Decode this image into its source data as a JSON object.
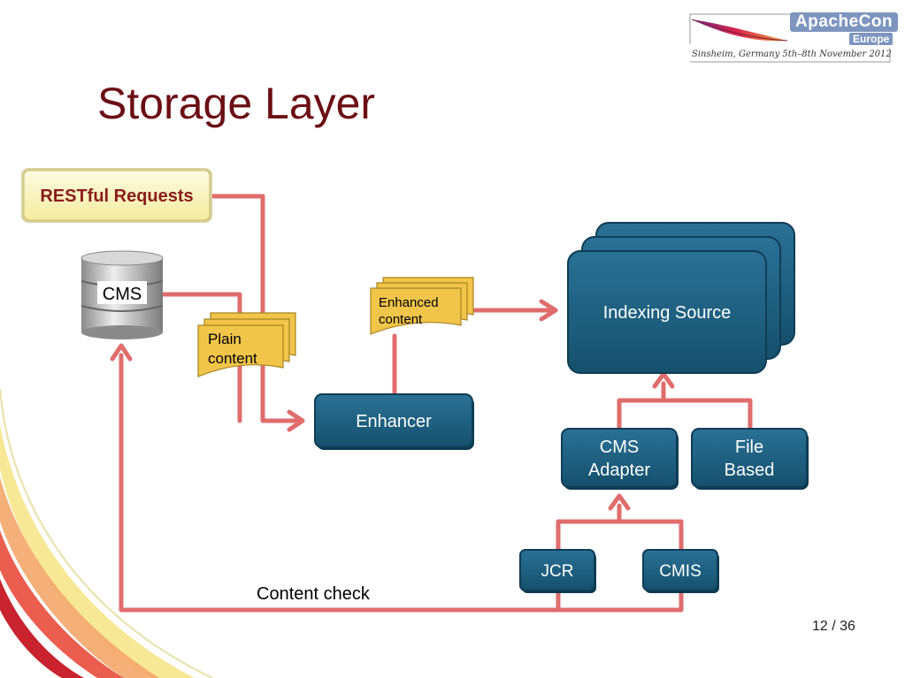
{
  "slide": {
    "title": "Storage Layer",
    "page_number": "12 / 36"
  },
  "logo": {
    "title": "ApacheCon",
    "subtitle": "Europe",
    "tagline": "Sinsheim, Germany 5th–8th November 2012"
  },
  "diagram": {
    "nodes": {
      "restful_requests": "RESTful Requests",
      "cms_database": "CMS",
      "plain_content": [
        "Plain",
        "content"
      ],
      "enhanced_content": [
        "Enhanced",
        "content"
      ],
      "enhancer": "Enhancer",
      "indexing_source": "Indexing Source",
      "cms_adapter": [
        "CMS",
        "Adapter"
      ],
      "file_based": [
        "File",
        "Based"
      ],
      "jcr": "JCR",
      "cmis": "CMIS"
    },
    "edge_labels": {
      "content_check": "Content check"
    }
  },
  "colors": {
    "connector": "#e06c6c",
    "box_fill": "#1e5f7e",
    "box_border": "#123f57",
    "doc_fill": "#f1c54a",
    "title": "#6b0f14",
    "request_fill": "#fbf6c4"
  }
}
